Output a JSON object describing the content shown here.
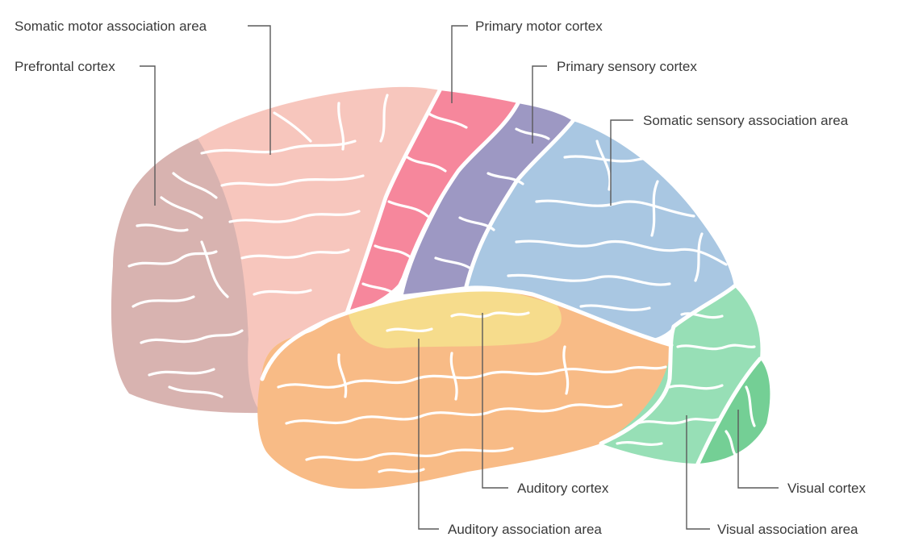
{
  "diagram": {
    "labels": {
      "somatic_motor_association": "Somatic motor association area",
      "prefrontal": "Prefrontal cortex",
      "primary_motor": "Primary motor cortex",
      "primary_sensory": "Primary sensory cortex",
      "somatic_sensory_association": "Somatic sensory association area",
      "auditory_cortex": "Auditory cortex",
      "auditory_association": "Auditory association area",
      "visual_cortex": "Visual cortex",
      "visual_association": "Visual association area"
    },
    "colors": {
      "prefrontal": "#d8b3b0",
      "somatic_motor_association": "#f7c6bd",
      "primary_motor": "#f6879c",
      "primary_sensory": "#9d98c3",
      "somatic_sensory_association": "#a9c7e2",
      "auditory_association": "#f8bb86",
      "auditory_cortex": "#f6dc8c",
      "visual_association": "#97dfb6",
      "visual_cortex": "#74cf95",
      "leader_line": "#5a5a5a",
      "text": "#3a3a3a"
    }
  }
}
